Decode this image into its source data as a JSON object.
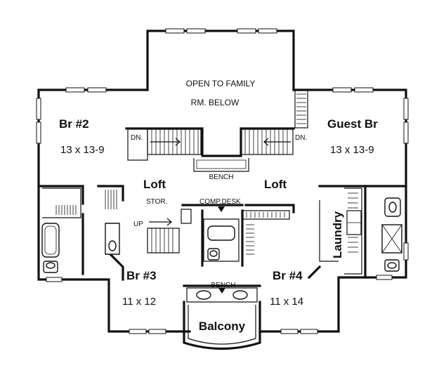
{
  "rooms": {
    "open_to_family_line1": "OPEN TO FAMILY",
    "open_to_family_line2": "RM. BELOW",
    "br2_name": "Br #2",
    "br2_size": "13 x 13-9",
    "guest_name": "Guest Br",
    "guest_size": "13 x 13-9",
    "loft_left": "Loft",
    "loft_right": "Loft",
    "br3_name": "Br #3",
    "br3_size": "11 x 12",
    "br4_name": "Br #4",
    "br4_size": "11 x 14",
    "laundry": "Laundry",
    "balcony": "Balcony"
  },
  "labels": {
    "dn_left": "DN.",
    "dn_right": "DN.",
    "bench_top": "BENCH",
    "bench_bottom": "BENCH",
    "stor": "STOR.",
    "comp_desk": "COMP.DESK",
    "up": "UP"
  }
}
